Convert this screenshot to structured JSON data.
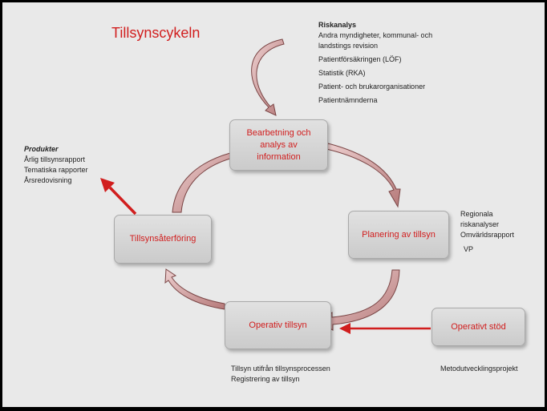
{
  "title": "Tillsynscykeln",
  "boxes": {
    "bearbetning": "Bearbetning och\nanalys av\ninformation",
    "planering": "Planering av tillsyn",
    "operativ_tillsyn": "Operativ tillsyn",
    "aterforing": "Tillsynsåterföring",
    "operativt_stod": "Operativt stöd"
  },
  "riskanalys": {
    "heading": "Riskanalys",
    "items": [
      "Andra myndigheter, kommunal- och",
      "landstings revision",
      "Patientförsäkringen (LÖF)",
      "Statistik (RKA)",
      "Patient- och brukarorganisationer",
      "Patientnämnderna"
    ]
  },
  "produkter": {
    "heading": "Produkter",
    "items": [
      "Årlig tillsynsrapport",
      "Tematiska rapporter",
      "Årsredovisning"
    ]
  },
  "planering_notes": {
    "items": [
      "Regionala",
      "riskanalyser",
      "Omvärldsrapport",
      "VP"
    ]
  },
  "operativ_notes": {
    "items": [
      "Tillsyn utifrån tillsynsprocessen",
      "Registrering av tillsyn"
    ]
  },
  "stod_note": "Metodutvecklingsprojekt",
  "colors": {
    "accent_red": "#d11e1e",
    "box_fill": "#d6d6d6",
    "arrow_fill": "#d7a4a4",
    "background": "#e9e9e9"
  }
}
